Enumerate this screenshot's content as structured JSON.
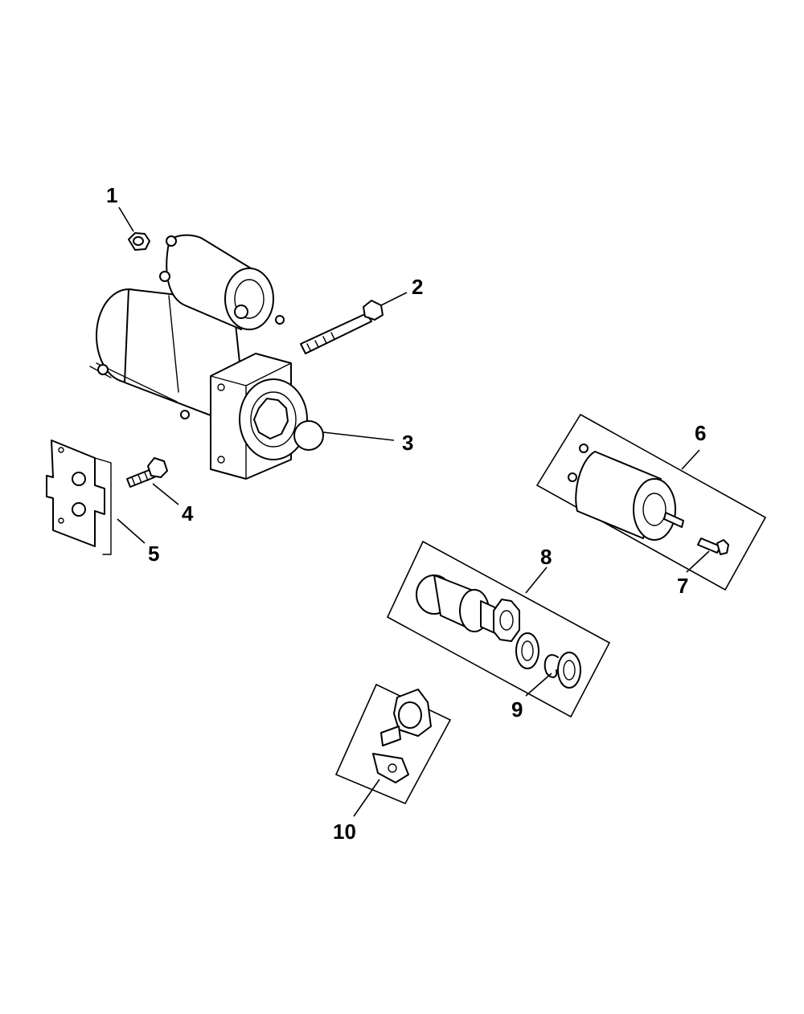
{
  "diagram": {
    "callouts": [
      {
        "id": "nut",
        "label": "1"
      },
      {
        "id": "through-bolt",
        "label": "2"
      },
      {
        "id": "starter-motor",
        "label": "3"
      },
      {
        "id": "mounting-bolt",
        "label": "4"
      },
      {
        "id": "shim-plate",
        "label": "5"
      },
      {
        "id": "solenoid",
        "label": "6"
      },
      {
        "id": "solenoid-screw",
        "label": "7"
      },
      {
        "id": "drive-assembly",
        "label": "8"
      },
      {
        "id": "retaining-ring",
        "label": "9"
      },
      {
        "id": "shift-lever",
        "label": "10"
      }
    ]
  }
}
